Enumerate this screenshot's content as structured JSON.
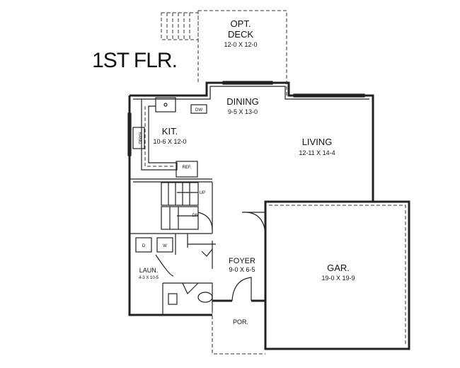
{
  "title": "1ST FLR.",
  "rooms": {
    "deck": {
      "name1": "OPT.",
      "name2": "DECK",
      "dims": "12-0  X 12-0"
    },
    "dining": {
      "name": "DINING",
      "dims": "9-5 X 13-0"
    },
    "kitchen": {
      "name": "KIT.",
      "dims": "10-6 X 12-0"
    },
    "living": {
      "name": "LIVING",
      "dims": "12-11 X 14-4"
    },
    "garage": {
      "name": "GAR.",
      "dims": "19-0 X 19-9"
    },
    "foyer": {
      "name": "FOYER",
      "dims": "9-0 X 6-5"
    },
    "laundry": {
      "name": "LAUN.",
      "dims": "4-3 X 10-5"
    },
    "porch": {
      "name": "POR."
    }
  },
  "fixtures": {
    "dw": "DW",
    "range": "RANG",
    "ref": "REF.",
    "up": "UP",
    "dn": "DN",
    "dryer": "D",
    "washer": "W"
  }
}
